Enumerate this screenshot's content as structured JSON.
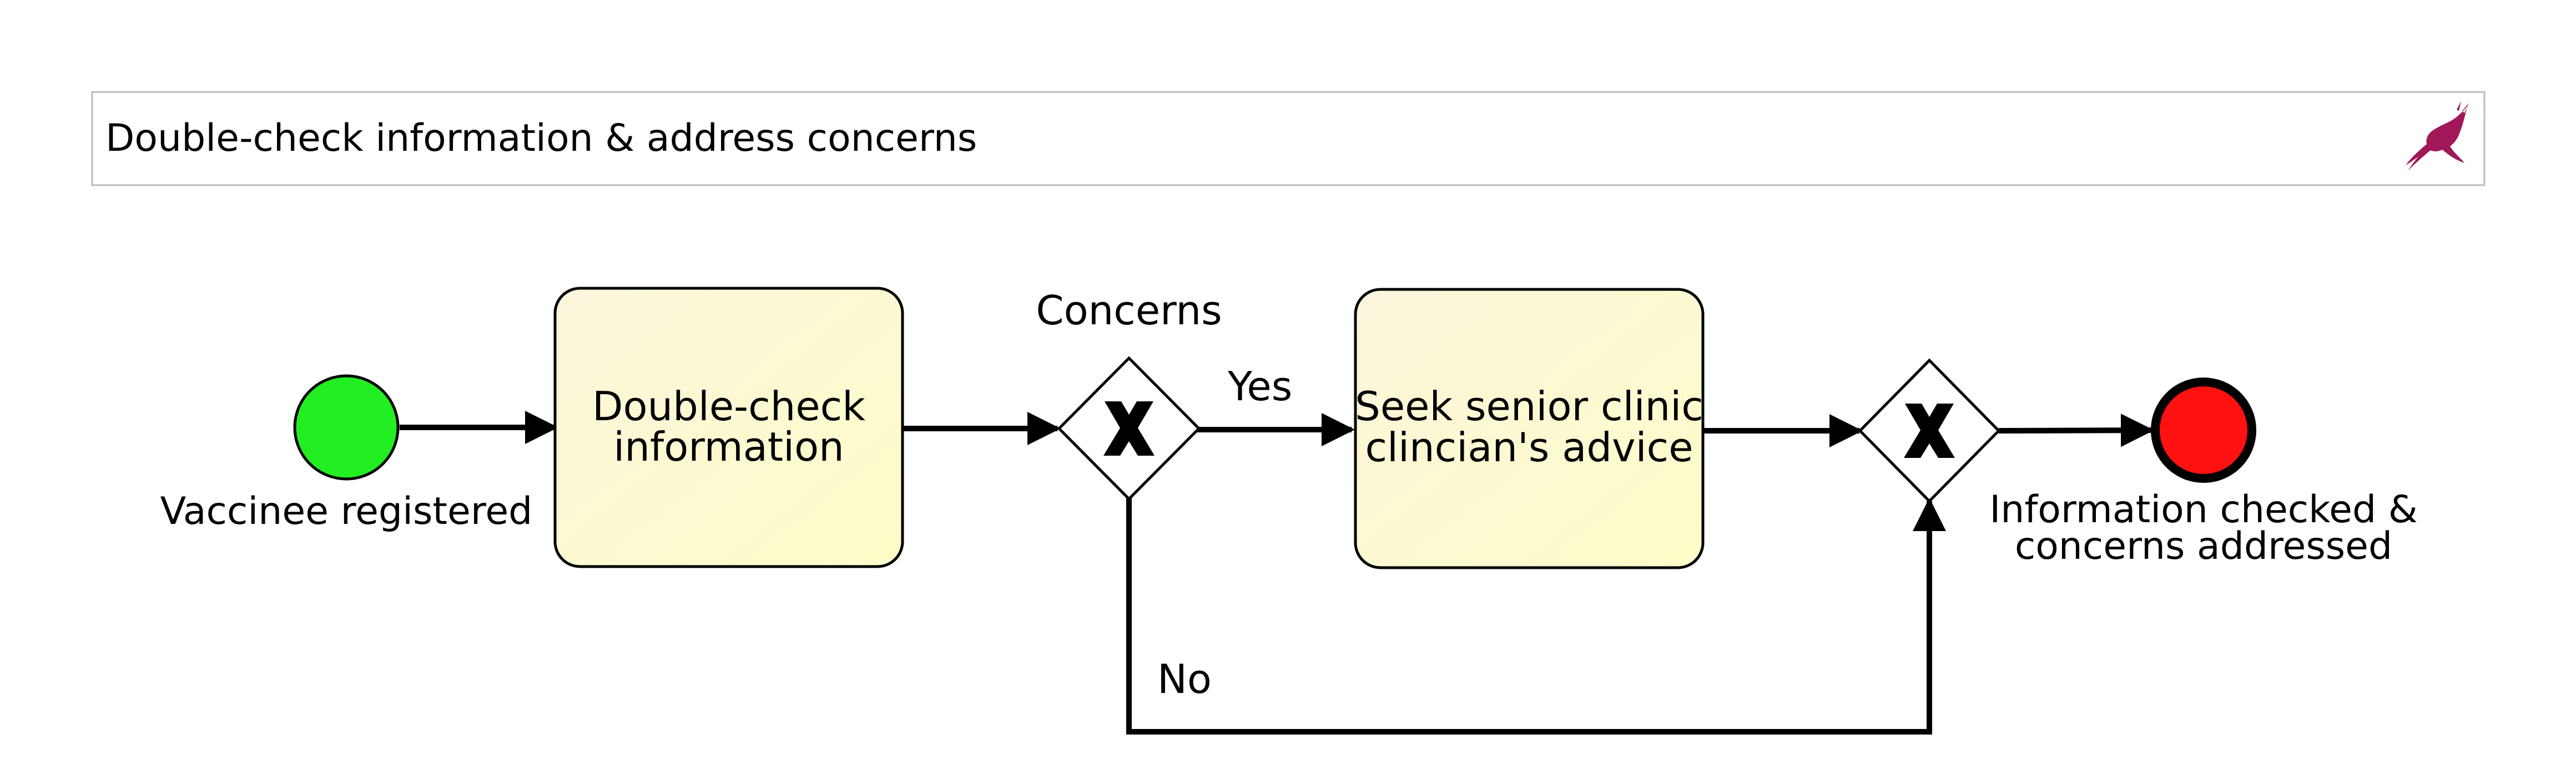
{
  "header": {
    "title": "Double-check information & address concerns",
    "logo_icon": "gazelle-logo-icon"
  },
  "nodes": {
    "start_event": {
      "label": "Vaccinee registered",
      "color": "#22ee22"
    },
    "task_double_check": {
      "line1": "Double-check",
      "line2": "information"
    },
    "gateway_concerns": {
      "label": "Concerns",
      "symbol": "X"
    },
    "task_seek_advice": {
      "line1": "Seek senior clinic",
      "line2": "clincian's advice"
    },
    "gateway_merge": {
      "symbol": "X"
    },
    "end_event": {
      "line1": "Information checked &",
      "line2": "concerns addressed",
      "color": "#ff1111"
    }
  },
  "flows": {
    "yes_label": "Yes",
    "no_label": "No"
  },
  "colors": {
    "task_fill": "#fdfbd0",
    "logo": "#a0185a",
    "header_border": "#bbbbbb"
  }
}
